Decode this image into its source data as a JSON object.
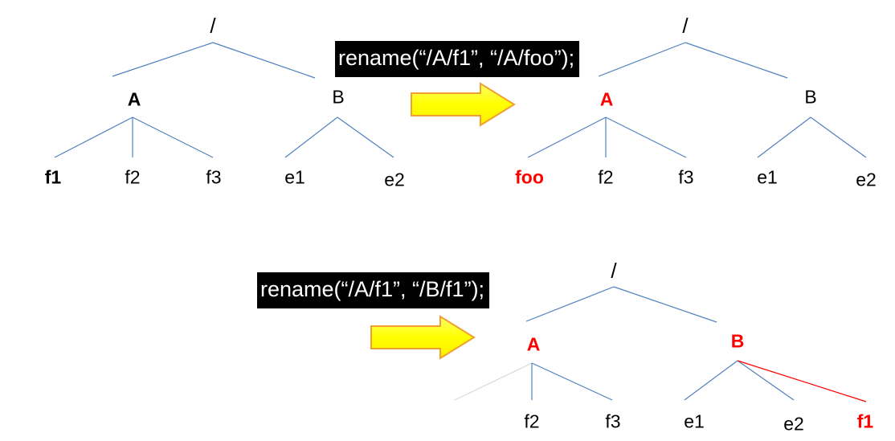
{
  "diagrams": [
    {
      "id": "before",
      "nodes": {
        "root": {
          "label": "/",
          "style": "normal"
        },
        "A": {
          "label": "A",
          "style": "bold"
        },
        "B": {
          "label": "B",
          "style": "normal"
        },
        "f1": {
          "label": "f1",
          "style": "bold"
        },
        "f2": {
          "label": "f2",
          "style": "normal"
        },
        "f3": {
          "label": "f3",
          "style": "normal"
        },
        "e1": {
          "label": "e1",
          "style": "normal"
        },
        "e2": {
          "label": "e2",
          "style": "normal"
        }
      }
    },
    {
      "id": "after-rename-within-dir",
      "nodes": {
        "root": {
          "label": "/",
          "style": "normal"
        },
        "A": {
          "label": "A",
          "style": "red"
        },
        "B": {
          "label": "B",
          "style": "normal"
        },
        "foo": {
          "label": "foo",
          "style": "red"
        },
        "f2": {
          "label": "f2",
          "style": "normal"
        },
        "f3": {
          "label": "f3",
          "style": "normal"
        },
        "e1": {
          "label": "e1",
          "style": "normal"
        },
        "e2": {
          "label": "e2",
          "style": "normal"
        }
      }
    },
    {
      "id": "after-rename-across-dirs",
      "nodes": {
        "root": {
          "label": "/",
          "style": "normal"
        },
        "A": {
          "label": "A",
          "style": "red"
        },
        "B": {
          "label": "B",
          "style": "red"
        },
        "f2": {
          "label": "f2",
          "style": "normal"
        },
        "f3": {
          "label": "f3",
          "style": "normal"
        },
        "e1": {
          "label": "e1",
          "style": "normal"
        },
        "e2": {
          "label": "e2",
          "style": "normal"
        },
        "f1": {
          "label": "f1",
          "style": "red"
        }
      }
    }
  ],
  "commands": {
    "rename_within": "rename(“/A/f1”, “/A/foo”);",
    "rename_across": "rename(“/A/f1”, “/B/f1”);"
  },
  "colors": {
    "edge": "#4f81bd",
    "removed_edge": "#d9d9d9",
    "new_edge": "#ff0000",
    "highlight": "#ff0000",
    "arrow_fill": "#ffff00",
    "arrow_stroke": "#f0a030",
    "command_bg": "#000000",
    "command_text": "#ffffff"
  }
}
